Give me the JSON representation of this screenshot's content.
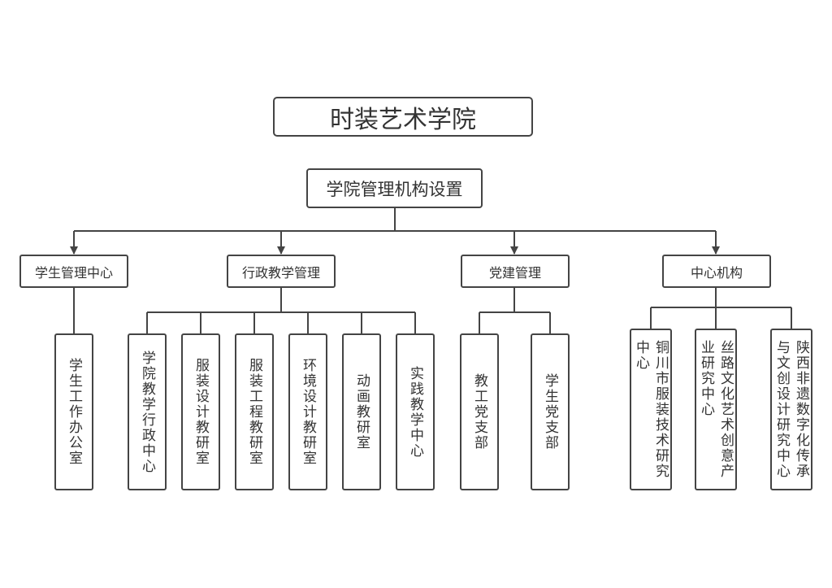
{
  "title": "时装艺术学院",
  "root": "学院管理机构设置",
  "departments": [
    {
      "label": "学生管理中心",
      "units": [
        "学生工作办公室"
      ]
    },
    {
      "label": "行政教学管理",
      "units": [
        "学院教学行政中心",
        "服装设计教研室",
        "服装工程教研室",
        "环境设计教研室",
        "动画教研室",
        "实践教学中心"
      ]
    },
    {
      "label": "党建管理",
      "units": [
        "教工党支部",
        "学生党支部"
      ]
    },
    {
      "label": "中心机构",
      "units": [
        "铜川市服装技术研究中心",
        "丝路文化艺术创意产业研究中心",
        "陕西非遗数字化传承与文创设计研究中心"
      ]
    }
  ]
}
